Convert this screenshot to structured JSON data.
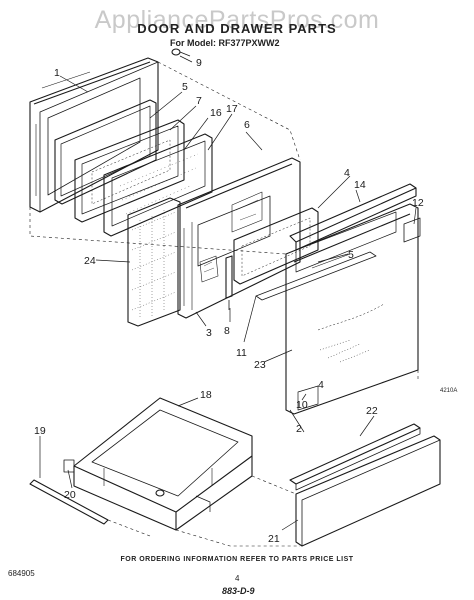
{
  "watermark": "AppliancePartsPros.com",
  "title": "DOOR AND DRAWER PARTS",
  "model_line": "For Model: RF377PXWW2",
  "footer_note": "FOR ORDERING INFORMATION REFER TO PARTS PRICE LIST",
  "doc_number": "684905",
  "page_number": "4",
  "revision": "883-D-9",
  "diagram_code": "4210A",
  "callouts": {
    "c1": "1",
    "c2": "2",
    "c3": "3",
    "c4a": "4",
    "c4b": "4",
    "c5a": "5",
    "c5b": "5",
    "c6": "6",
    "c7": "7",
    "c8": "8",
    "c9": "9",
    "c10": "10",
    "c11": "11",
    "c12": "12",
    "c14": "14",
    "c16": "16",
    "c17": "17",
    "c18": "18",
    "c19": "19",
    "c20": "20",
    "c21": "21",
    "c22": "22",
    "c23": "23",
    "c24": "24"
  }
}
